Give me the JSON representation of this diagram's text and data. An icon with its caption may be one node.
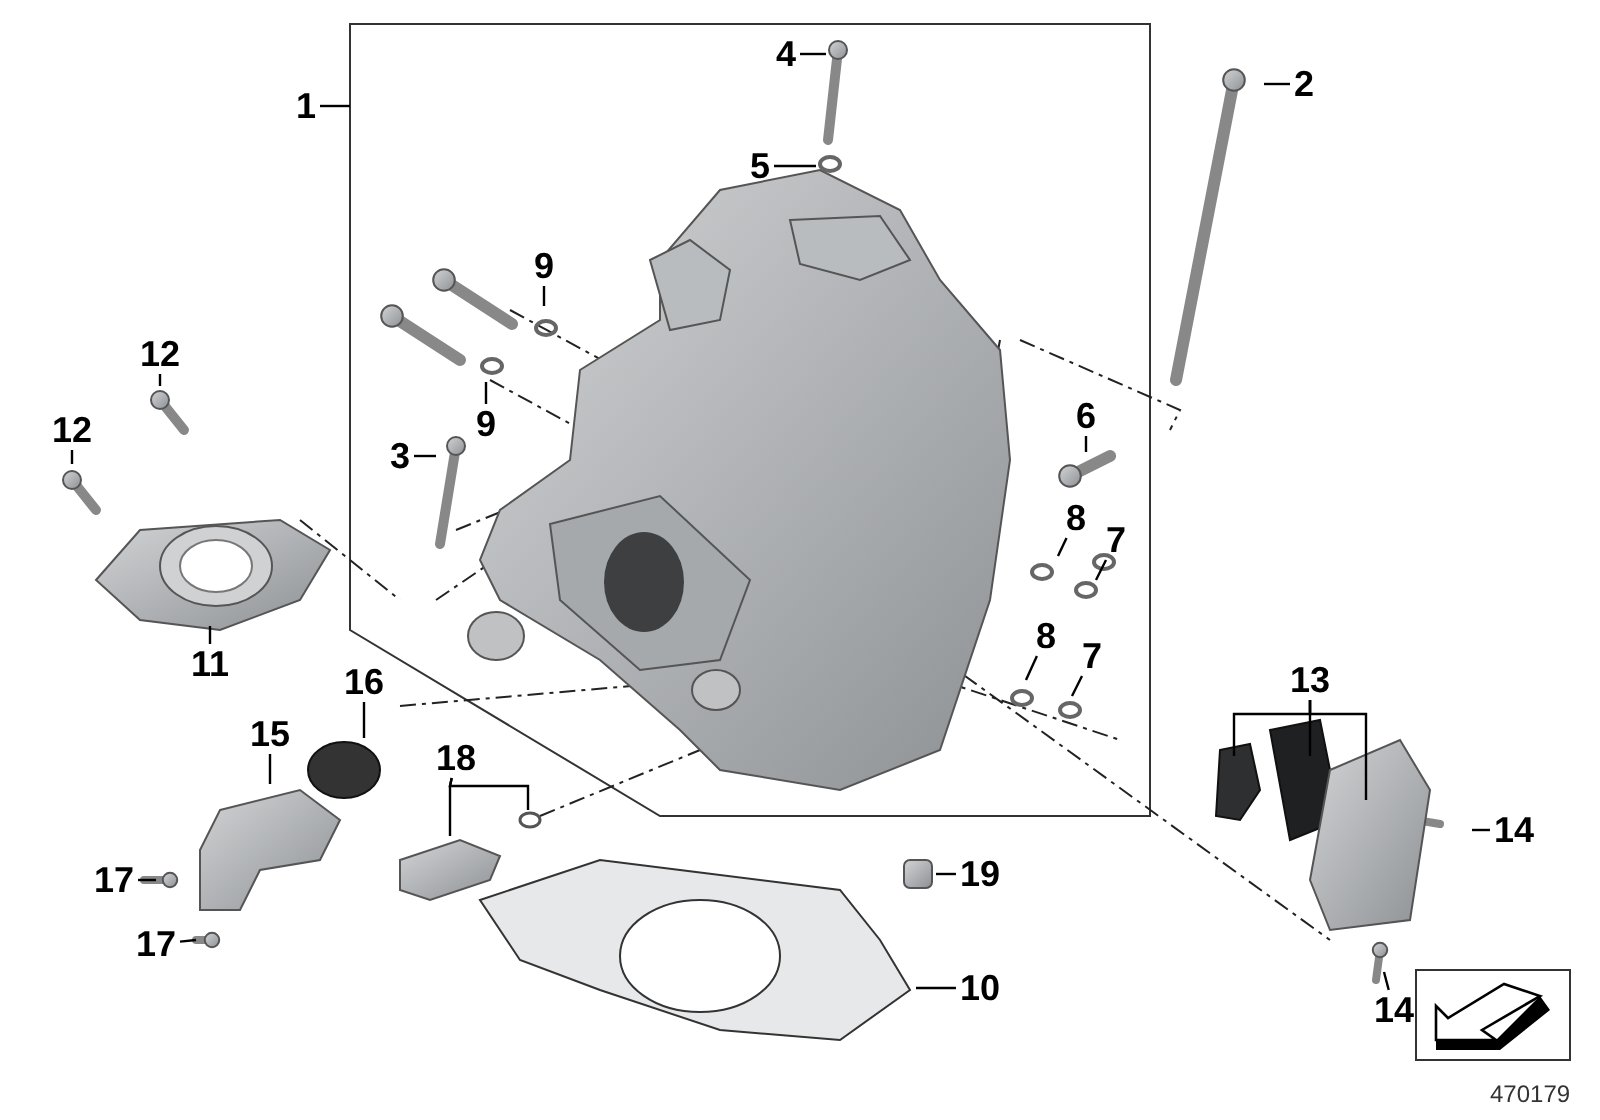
{
  "diagram": {
    "nodes": [
      {
        "text": [
          "1"
        ]
      },
      {
        "text": [
          "2"
        ]
      },
      {
        "text": [
          "4"
        ]
      },
      {
        "text": [
          "5"
        ]
      },
      {
        "text": [
          "9"
        ]
      },
      {
        "text": [
          "9"
        ]
      },
      {
        "text": [
          "3"
        ]
      },
      {
        "text": [
          "6"
        ]
      },
      {
        "text": [
          "12"
        ]
      },
      {
        "text": [
          "12"
        ]
      },
      {
        "text": [
          "8"
        ]
      },
      {
        "text": [
          "7"
        ]
      },
      {
        "text": [
          "8"
        ]
      },
      {
        "text": [
          "7"
        ]
      },
      {
        "text": [
          "11"
        ]
      },
      {
        "text": [
          "16"
        ]
      },
      {
        "text": [
          "13"
        ]
      },
      {
        "text": [
          "15"
        ]
      },
      {
        "text": [
          "18"
        ]
      },
      {
        "text": [
          "14"
        ]
      },
      {
        "text": [
          "17"
        ]
      },
      {
        "text": [
          "17"
        ]
      },
      {
        "text": [
          "19"
        ]
      },
      {
        "text": [
          "10"
        ]
      },
      {
        "text": [
          "14"
        ]
      }
    ],
    "edges": [
      {
        "from": 0,
        "to": null,
        "arrow": "none"
      },
      {
        "from": 1,
        "to": null,
        "arrow": "none"
      },
      {
        "from": 2,
        "to": null,
        "arrow": "none"
      },
      {
        "from": 3,
        "to": null,
        "arrow": "none"
      },
      {
        "from": 4,
        "to": null,
        "arrow": "none"
      },
      {
        "from": 5,
        "to": null,
        "arrow": "none"
      },
      {
        "from": 6,
        "to": null,
        "arrow": "none"
      },
      {
        "from": 7,
        "to": null,
        "arrow": "none"
      },
      {
        "from": 8,
        "to": null,
        "arrow": "none"
      },
      {
        "from": 9,
        "to": null,
        "arrow": "none"
      },
      {
        "from": 10,
        "to": null,
        "arrow": "none"
      },
      {
        "from": 11,
        "to": null,
        "arrow": "none"
      },
      {
        "from": 12,
        "to": null,
        "arrow": "none"
      },
      {
        "from": 13,
        "to": null,
        "arrow": "none"
      },
      {
        "from": 14,
        "to": null,
        "arrow": "none"
      },
      {
        "from": 15,
        "to": null,
        "arrow": "none"
      },
      {
        "from": 16,
        "to": null,
        "arrow": "none"
      },
      {
        "from": 16,
        "to": null,
        "arrow": "none"
      },
      {
        "from": 16,
        "to": null,
        "arrow": "none"
      },
      {
        "from": 17,
        "to": null,
        "arrow": "none"
      },
      {
        "from": 18,
        "to": null,
        "arrow": "none"
      },
      {
        "from": 18,
        "to": null,
        "arrow": "none"
      },
      {
        "from": 19,
        "to": null,
        "arrow": "none"
      },
      {
        "from": 20,
        "to": null,
        "arrow": "none"
      },
      {
        "from": 21,
        "to": null,
        "arrow": "none"
      },
      {
        "from": 22,
        "to": null,
        "arrow": "none"
      },
      {
        "from": 23,
        "to": null,
        "arrow": "none"
      },
      {
        "from": 24,
        "to": null,
        "arrow": "none"
      }
    ],
    "labels": [
      "470179"
    ]
  }
}
